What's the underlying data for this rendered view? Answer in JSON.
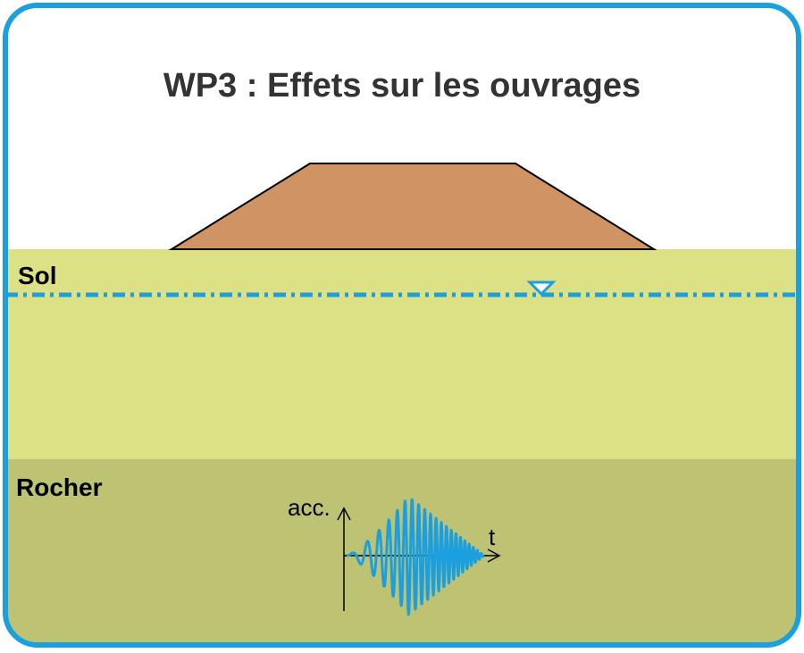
{
  "title": "WP3 : Effets sur les ouvrages",
  "layers": {
    "soil": {
      "label": "Sol"
    },
    "rock": {
      "label": "Rocher"
    }
  },
  "accelerogram": {
    "y_label": "acc.",
    "x_label": "t"
  },
  "colors": {
    "border": "#1b9fdf",
    "soil": "#dde185",
    "rock": "#bdc373",
    "embankment": "#d09464",
    "water_table": "#1b9fdf",
    "signal": "#1b9fdf"
  }
}
